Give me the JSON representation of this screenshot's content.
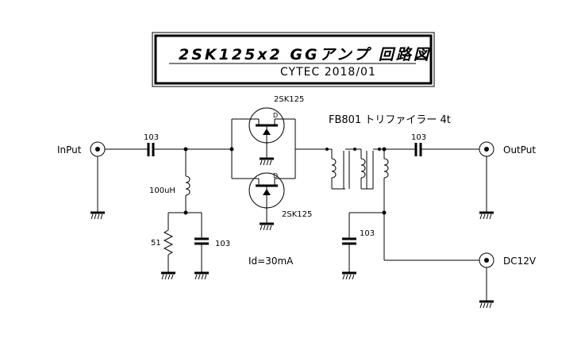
{
  "title": {
    "main": "2SK125x2  GGアンプ  回路図",
    "sub": "CYTEC  2018/01"
  },
  "labels": {
    "input": "InPut",
    "output": "OutPut",
    "dc": "DC12V",
    "transistor_top": "2SK125",
    "transistor_bottom": "2SK125",
    "transformer": "FB801  トリファイラー  4t",
    "cap_input": "103",
    "cap_output": "103",
    "cap_shunt_left": "103",
    "cap_shunt_right": "103",
    "inductor": "100uH",
    "resistor": "51",
    "bias": "Id=30mA"
  }
}
